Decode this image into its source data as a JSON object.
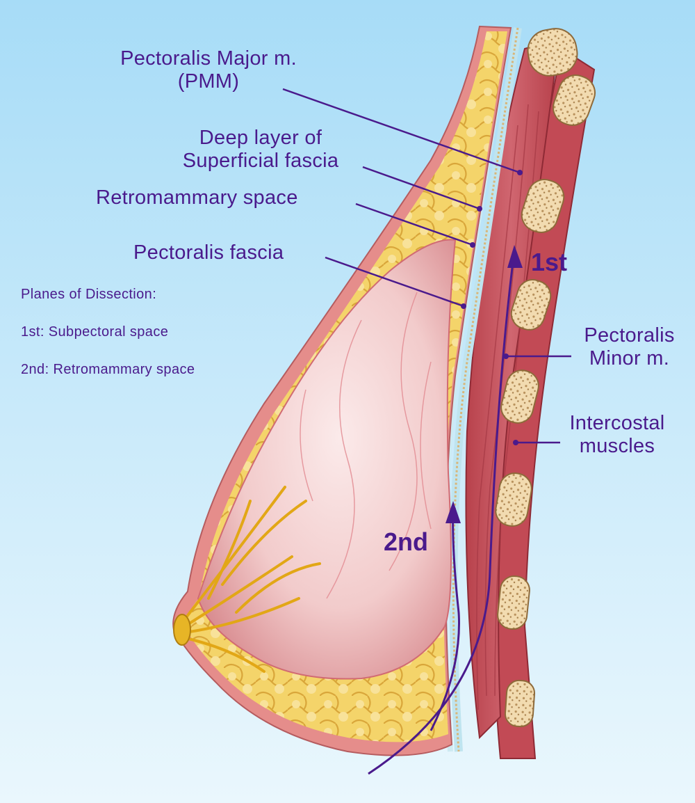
{
  "labels": {
    "pmm_line1": "Pectoralis Major m.",
    "pmm_line2": "(PMM)",
    "deep_line1": "Deep layer of",
    "deep_line2": "Superficial fascia",
    "retromammary": "Retromammary space",
    "pect_fascia": "Pectoralis fascia",
    "pminor_line1": "Pectoralis",
    "pminor_line2": "Minor m.",
    "intercostal_line1": "Intercostal",
    "intercostal_line2": "muscles"
  },
  "planes": {
    "heading": "Planes of Dissection:",
    "first": "1st: Subpectoral space",
    "second": "2nd: Retromammary space",
    "first_tag": "1st",
    "second_tag": "2nd"
  },
  "colors": {
    "label": "#4a1a8c",
    "sky_top": "#a7dcf7",
    "sky_bottom": "#eaf7fd",
    "fat": "#f2cf62",
    "skin": "#e88f8a",
    "gland": "#f3cfcf",
    "muscle": "#c8545c",
    "bone": "#f3dfb5"
  }
}
